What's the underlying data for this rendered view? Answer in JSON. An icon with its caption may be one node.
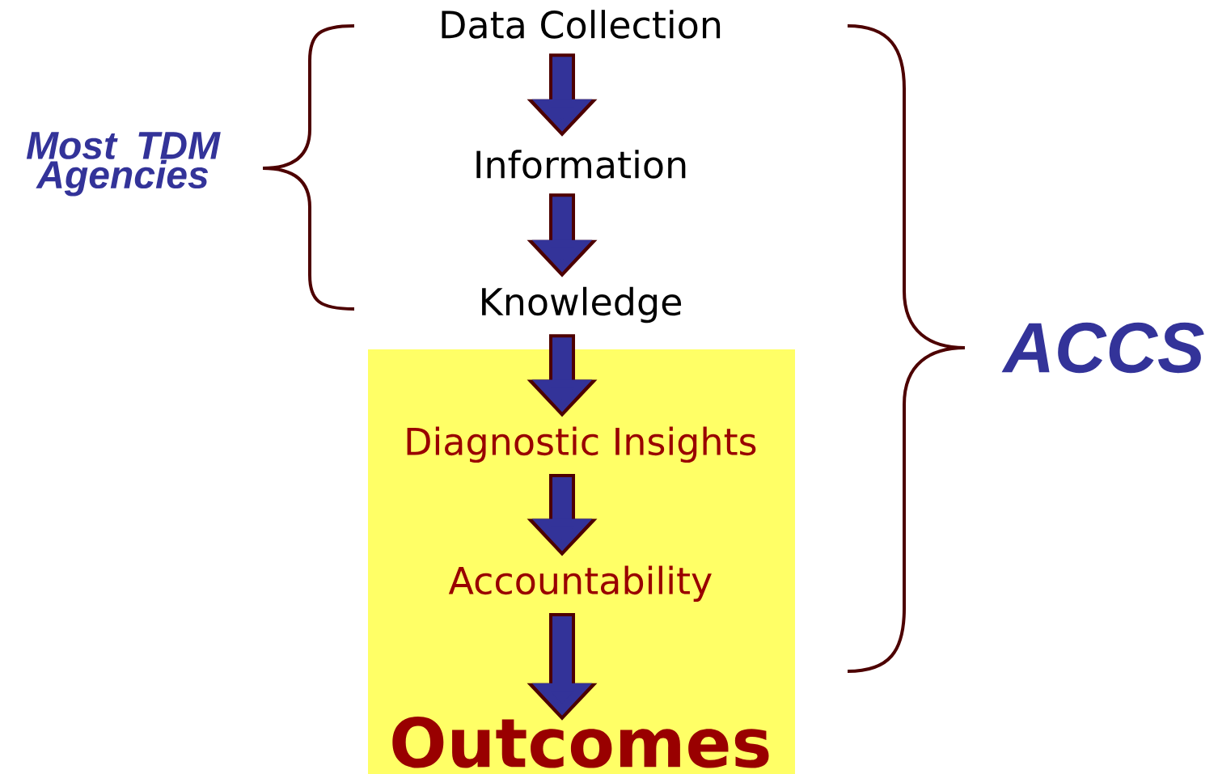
{
  "diagram": {
    "nodes": [
      {
        "text": [
          "Data Collection"
        ]
      },
      {
        "text": [
          "Information"
        ]
      },
      {
        "text": [
          "Knowledge"
        ]
      },
      {
        "text": [],
        "shape": "box"
      },
      {
        "text": [
          "Diagnostic Insights"
        ],
        "in": 3
      },
      {
        "text": [
          "Accountability"
        ],
        "in": 3
      },
      {
        "text": [
          "Outcomes"
        ],
        "in": 3
      }
    ],
    "edges": [
      {
        "from": 0,
        "to": 1,
        "arrow": "to"
      },
      {
        "from": 1,
        "to": 2,
        "arrow": "to"
      },
      {
        "from": 2,
        "to": 4,
        "arrow": "to"
      },
      {
        "from": 4,
        "to": 5,
        "arrow": "to"
      },
      {
        "from": 5,
        "to": 6,
        "arrow": "to"
      }
    ],
    "labels": [
      "Most TDM Agencies",
      "ACCS"
    ]
  }
}
